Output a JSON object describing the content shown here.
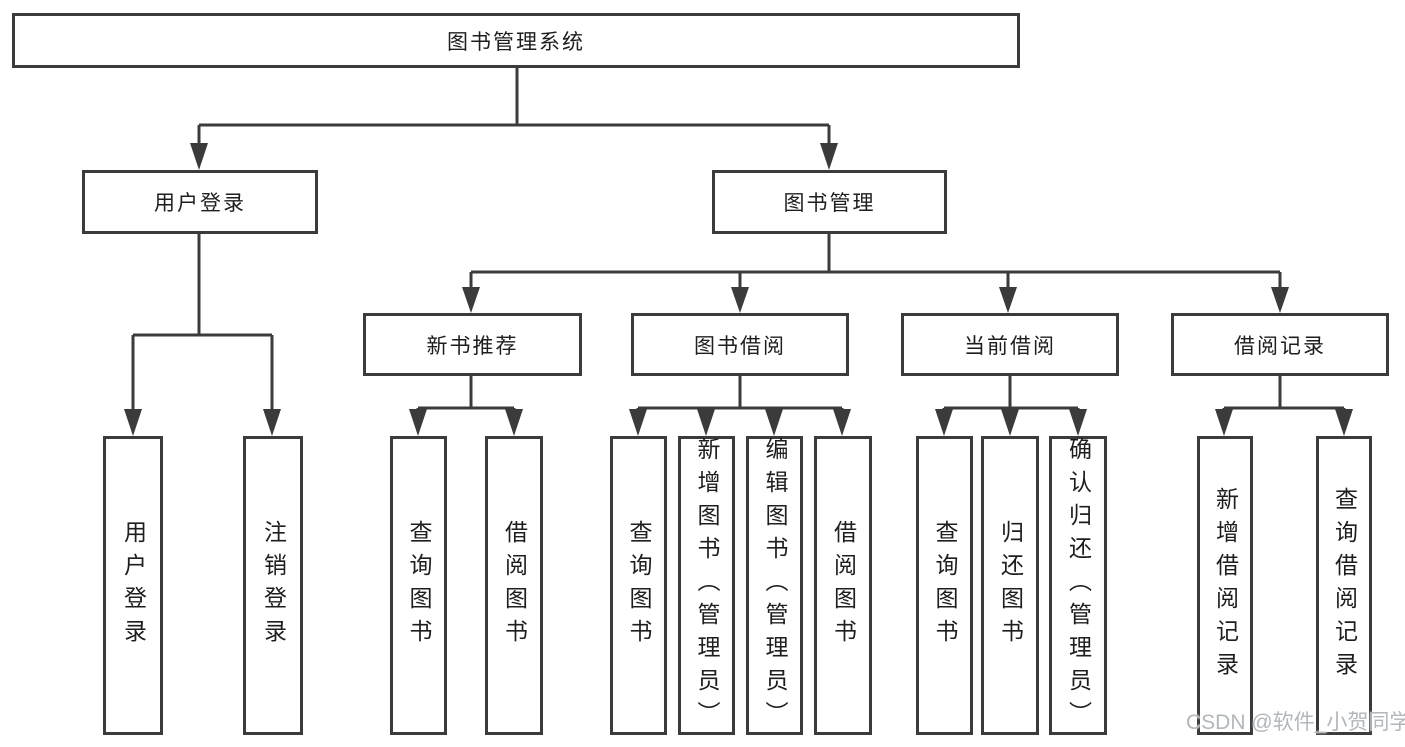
{
  "diagram": {
    "root": {
      "label": "图书管理系统"
    },
    "branches": {
      "user_login": {
        "label": "用户登录",
        "children": [
          "用户登录",
          "注销登录"
        ]
      },
      "book_management": {
        "label": "图书管理",
        "sections": {
          "new_book": {
            "label": "新书推荐",
            "children": [
              "查询图书",
              "借阅图书"
            ]
          },
          "book_borrow": {
            "label": "图书借阅",
            "children": [
              "查询图书",
              "新增图书（管理员）",
              "编辑图书（管理员）",
              "借阅图书"
            ]
          },
          "current_borrow": {
            "label": "当前借阅",
            "children": [
              "查询图书",
              "归还图书",
              "确认归还（管理员）"
            ]
          },
          "borrow_records": {
            "label": "借阅记录",
            "children": [
              "新增借阅记录",
              "查询借阅记录"
            ]
          }
        }
      }
    }
  },
  "watermark": {
    "text": "CSDN @软件_小贺同学"
  },
  "colors": {
    "line": "#3b3b3b",
    "text": "#1e1e1e",
    "watermark": "#b2b7bb",
    "background": "#ffffff"
  }
}
